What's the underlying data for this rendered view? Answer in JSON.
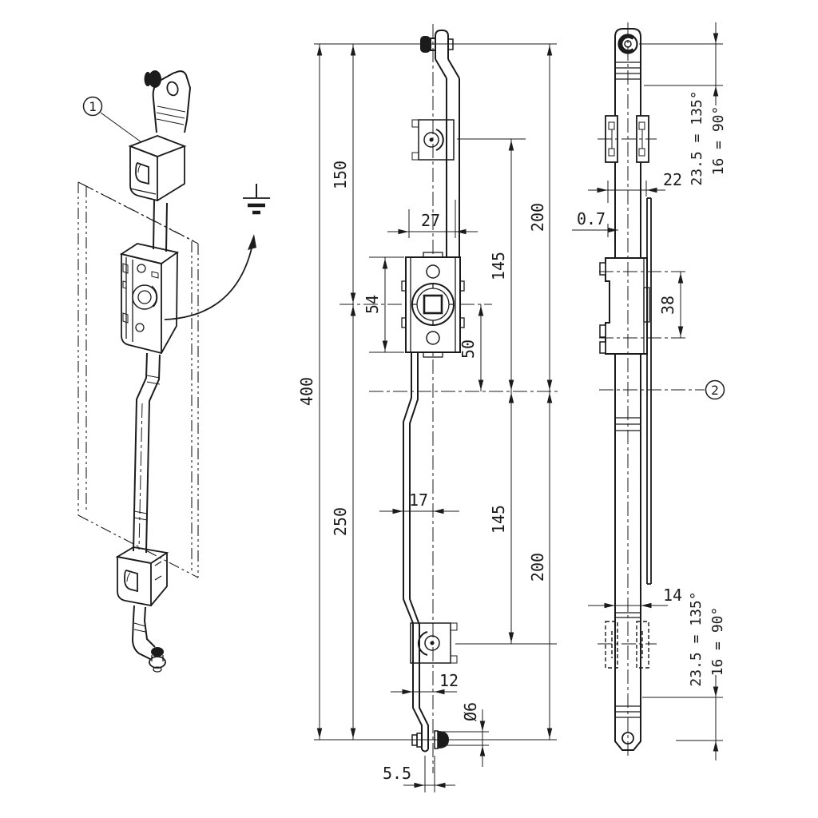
{
  "drawing": {
    "colors": {
      "ink": "#1b1b1b",
      "background": "#ffffff"
    },
    "balloons": {
      "item1": "1",
      "item2": "2"
    },
    "icons": {
      "ground_symbol": "functional-earth-symbol",
      "rotation_arrow": "curved-rotation-arrow"
    },
    "front_view": {
      "dims": {
        "d400": "400",
        "d150": "150",
        "d250": "250",
        "d54": "54",
        "d50": "50",
        "d27": "27",
        "d17": "17",
        "d12": "12",
        "d145_upper": "145",
        "d145_lower": "145",
        "d200_upper": "200",
        "d200_lower": "200",
        "dia6": "Ø6",
        "d5_5": "5.5"
      }
    },
    "side_view": {
      "dims": {
        "d22": "22",
        "d0_7": "0.7",
        "d38": "38",
        "d14": "14",
        "top_135": "23.5 = 135°",
        "top_90": "16 = 90°",
        "bottom_135": "23.5 = 135°",
        "bottom_90": "16 = 90°"
      }
    }
  }
}
